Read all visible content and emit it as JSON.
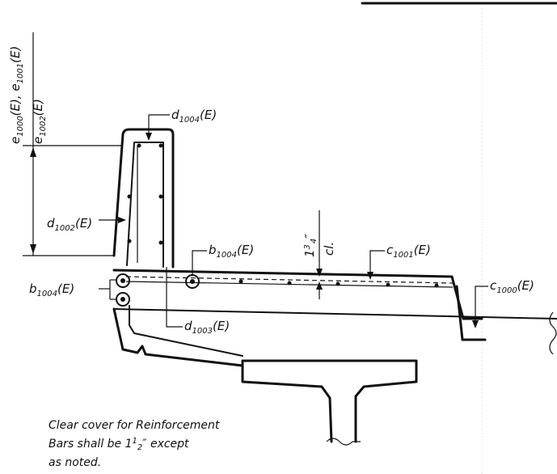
{
  "labels": {
    "e_top": {
      "main": "e",
      "sub1": "1000",
      "tail1": "(E), e",
      "sub2": "1001",
      "tail2": "(E)"
    },
    "e_bottom": {
      "main": "e",
      "sub": "1002",
      "tail": "(E)"
    },
    "d1004": {
      "main": "d",
      "sub": "1004",
      "tail": "(E)"
    },
    "d1002": {
      "main": "d",
      "sub": "1002",
      "tail": "(E)"
    },
    "b1004_deck": {
      "main": "b",
      "sub": "1004",
      "tail": "(E)"
    },
    "b1004_left": {
      "main": "b",
      "sub": "1004",
      "tail": "(E)"
    },
    "c1001": {
      "main": "c",
      "sub": "1001",
      "tail": "(E)"
    },
    "c1000": {
      "main": "c",
      "sub": "1000",
      "tail": "(E)"
    },
    "d1003": {
      "main": "d",
      "sub": "1003",
      "tail": "(E)"
    },
    "clearance": {
      "whole": "1",
      "num": "3",
      "den": "4",
      "unit": "″",
      "suffix": "cl."
    }
  },
  "note": {
    "line1": "Clear cover for Reinforcement",
    "line2_pre": "Bars shall be 1",
    "line2_num": "1",
    "line2_den": "2",
    "line2_post": "″ except",
    "line3": "as noted."
  },
  "colors": {
    "ink": "#111111",
    "paper": "#ffffff",
    "grid_dots": "#cfcfcf"
  }
}
